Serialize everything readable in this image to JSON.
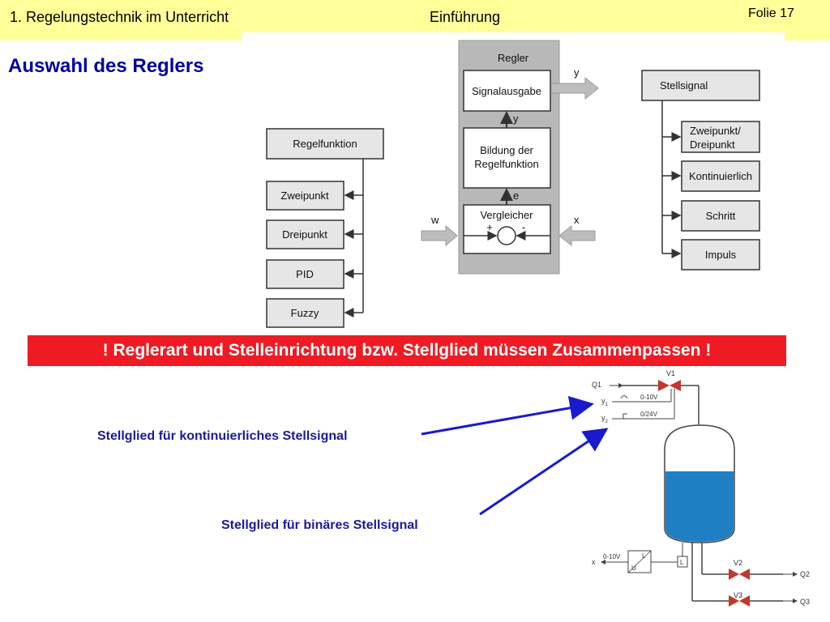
{
  "header": {
    "course": "1. Regelungstechnik im Unterricht",
    "section": "Einführung",
    "slide": "Folie 17"
  },
  "title": "Auswahl des Reglers",
  "left_tree": {
    "root": "Regelfunktion",
    "items": [
      "Zweipunkt",
      "Dreipunkt",
      "PID",
      "Fuzzy"
    ]
  },
  "regler": {
    "title": "Regler",
    "signalausgabe": "Signalausgabe",
    "bildung_line1": "Bildung der",
    "bildung_line2": "Regelfunktion",
    "vergleicher": "Vergleicher",
    "plus": "+",
    "minus": "-",
    "sig_y_out": "y",
    "sig_y_mid": "y",
    "sig_e": "e",
    "sig_w": "w",
    "sig_x": "x"
  },
  "right_tree": {
    "root": "Stellsignal",
    "item1_line1": "Zweipunkt/",
    "item1_line2": "Dreipunkt",
    "item2": "Kontinuierlich",
    "item3": "Schritt",
    "item4": "Impuls"
  },
  "banner": "! Reglerart und Stelleinrichtung bzw. Stellglied müssen Zusammenpassen !",
  "annotations": {
    "continuous": "Stellglied für kontinuierliches Stellsignal",
    "binary": "Stellglied für binäres Stellsignal"
  },
  "process": {
    "q1": "Q1",
    "v1": "V1",
    "y1": "y",
    "y1_sub": "1",
    "y2": "y",
    "y2_sub": "2",
    "y1_range": "0-10V",
    "y2_range": "0/24V",
    "x": "x",
    "x_range": "0-10V",
    "conv_l": "L",
    "conv_u": "U",
    "sensor_l": "L",
    "v2": "V2",
    "v3": "V3",
    "q2": "Q2",
    "q3": "Q3"
  },
  "colors": {
    "header_bg": "#ffff99",
    "title": "#0000a0",
    "banner_bg": "#ee1b24",
    "annotation": "#1a1a9e",
    "arrow": "#1a1acc",
    "water": "#1f7fc4",
    "valve": "#c0392b"
  }
}
